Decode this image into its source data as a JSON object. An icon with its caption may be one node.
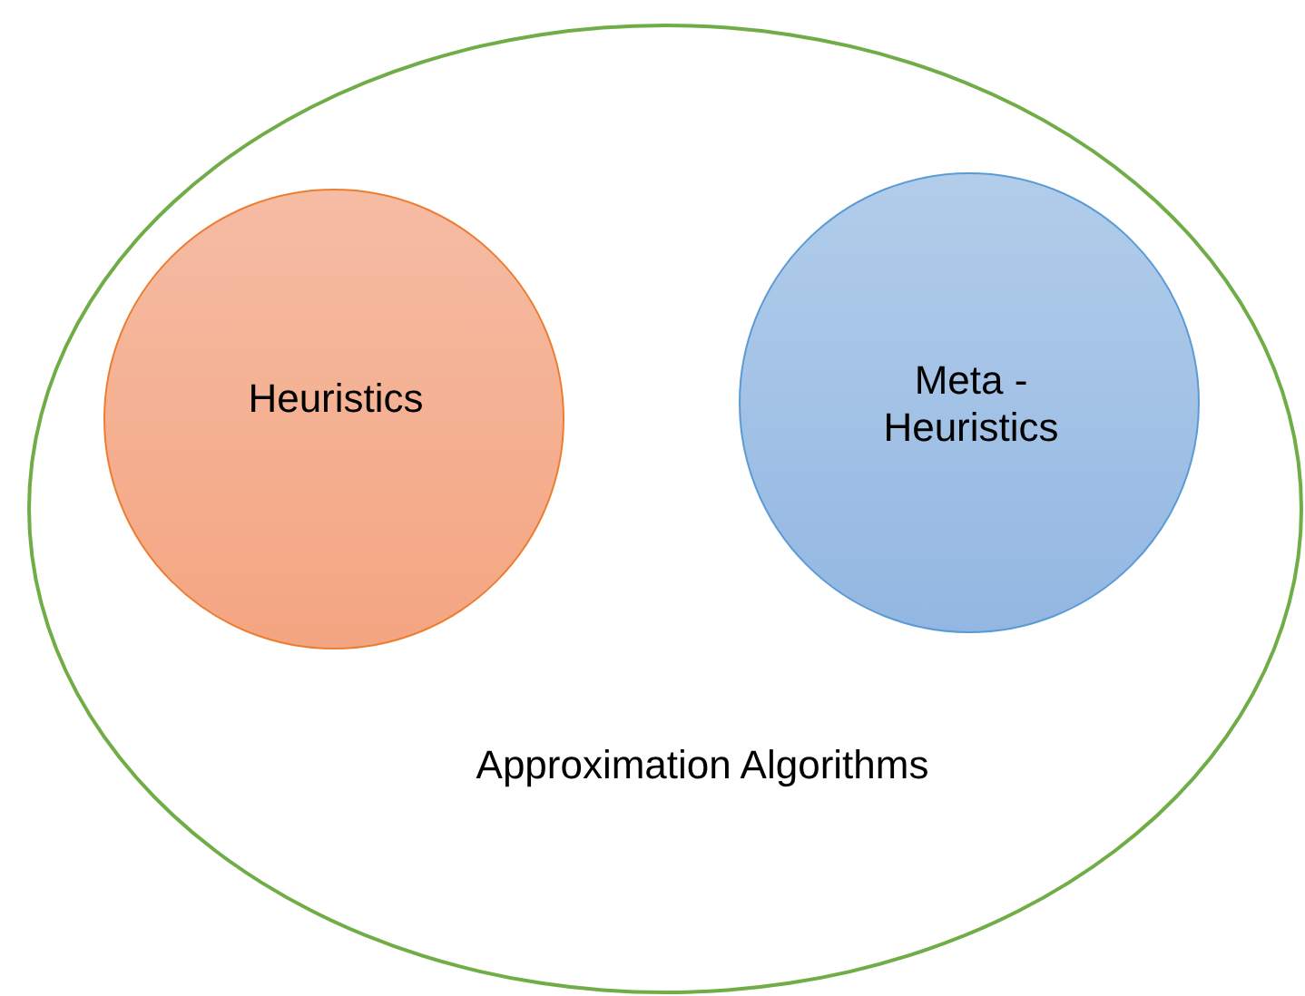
{
  "diagram": {
    "nodes": [
      {
        "text": [
          "Approximation Algorithms"
        ]
      },
      {
        "text": [
          "Heuristics"
        ],
        "in": 0
      },
      {
        "text": [
          "Meta - Heuristics"
        ],
        "in": 0
      }
    ]
  }
}
